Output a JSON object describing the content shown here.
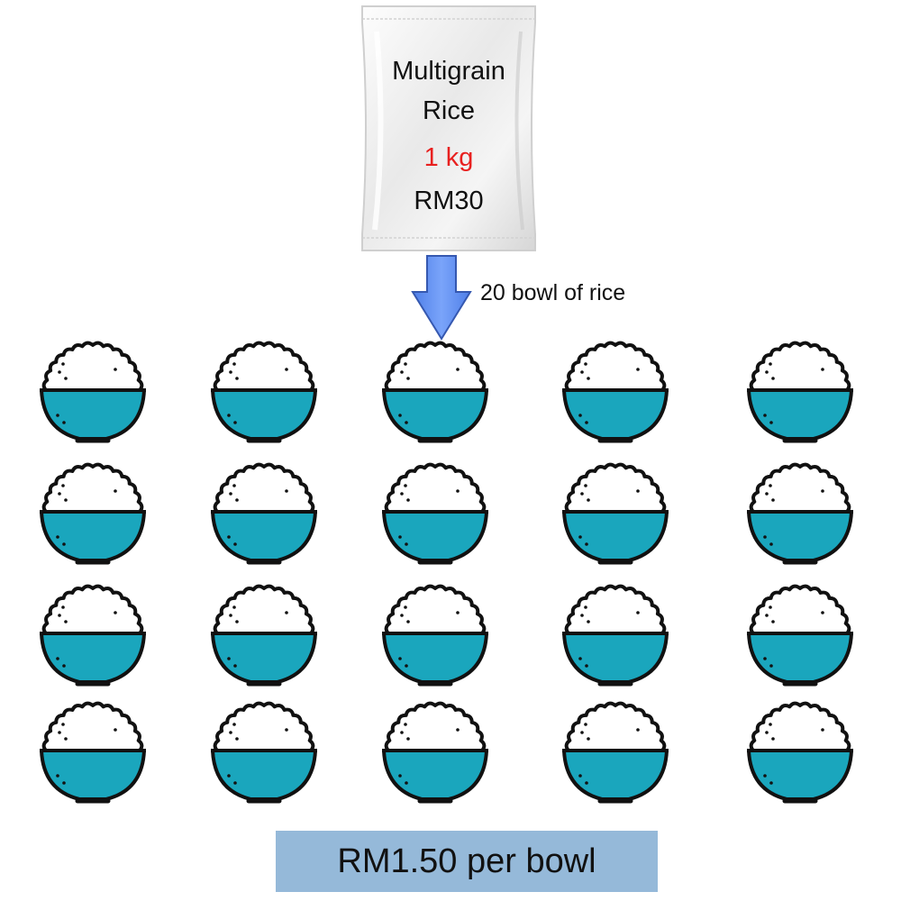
{
  "package": {
    "name_line1": "Multigrain",
    "name_line2": "Rice",
    "weight": "1 kg",
    "price": "RM30",
    "weight_color": "#e8201f"
  },
  "conversion": {
    "label": "20 bowl of rice",
    "arrow_color": "#6e96f5",
    "icon": "down-arrow-icon"
  },
  "bowls": {
    "count": 20,
    "rows": 4,
    "columns": 5,
    "icon": "rice-bowl-icon",
    "bowl_color": "#1aa6bd"
  },
  "result": {
    "label": "RM1.50 per bowl",
    "box_color": "#95b9d9"
  }
}
